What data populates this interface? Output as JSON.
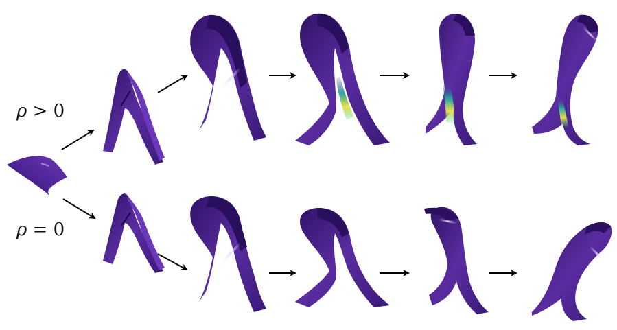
{
  "labels": {
    "positive_rho": {
      "symbol": "ρ",
      "relation": " > 0"
    },
    "zero_rho": {
      "symbol": "ρ",
      "relation": " = 0"
    }
  },
  "rows": [
    {
      "condition": "ρ > 0",
      "stages": 5
    },
    {
      "condition": "ρ = 0",
      "stages": 5
    }
  ],
  "colors": {
    "ribbon_dark": "#3a1a78",
    "ribbon_mid": "#5a2ca0",
    "ribbon_light": "#7a4cc8",
    "highlight": "#d8c8f0",
    "strain_green": "#4fd17a",
    "strain_yellow": "#e8e04a",
    "strain_teal": "#2aa6a0",
    "arrow": "#000000"
  }
}
